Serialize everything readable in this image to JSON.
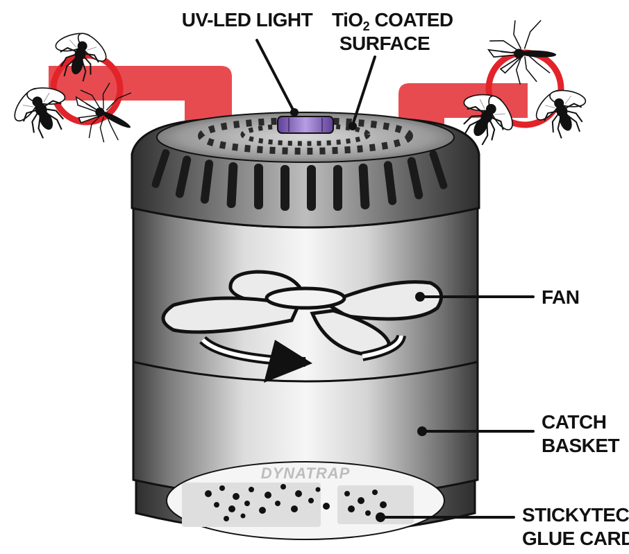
{
  "labels": {
    "uv_led": "UV-LED LIGHT",
    "tio2_line1_main": "TiO",
    "tio2_line1_sub": "2",
    "tio2_line1_rest": " COATED",
    "tio2_line2": "SURFACE",
    "fan": "FAN",
    "catch_line1": "CATCH",
    "catch_line2": "BASKET",
    "sticky_line1": "STICKYTECH™",
    "sticky_line2": "GLUE CARD"
  },
  "glue_card": {
    "brand": "DYNATRAP"
  },
  "icons": {
    "insect": "fly-icon",
    "mosquito": "mosquito-icon",
    "fan": "fan-icon"
  },
  "colors": {
    "arrow_red": "#e2232a",
    "uv_purple": "#8f6fc2",
    "metal_dark": "#4a4a4a",
    "metal_light": "#f2f2f2",
    "outline": "#111111"
  }
}
